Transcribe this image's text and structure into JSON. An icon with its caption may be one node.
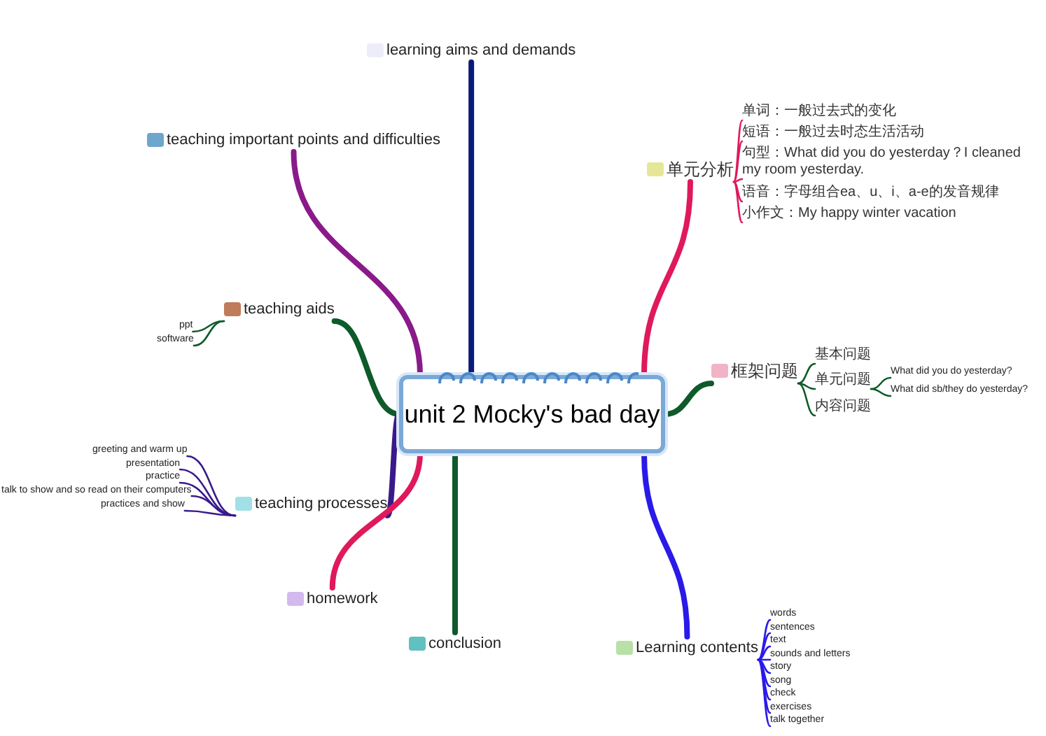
{
  "diagram": {
    "nodes": [
      {
        "text": [
          "unit 2 Mocky's bad day"
        ]
      },
      {
        "text": [
          "learning aims and demands"
        ]
      },
      {
        "text": [
          "teaching important points and difficulties"
        ]
      },
      {
        "text": [
          "teaching aids"
        ]
      },
      {
        "text": [
          "ppt"
        ]
      },
      {
        "text": [
          "software"
        ]
      },
      {
        "text": [
          "teaching processes"
        ]
      },
      {
        "text": [
          "greeting and warm up"
        ]
      },
      {
        "text": [
          "presentation"
        ]
      },
      {
        "text": [
          "practice"
        ]
      },
      {
        "text": [
          "talk to show and so read on their computers"
        ]
      },
      {
        "text": [
          "practices and show"
        ]
      },
      {
        "text": [
          "homework"
        ]
      },
      {
        "text": [
          "conclusion"
        ]
      },
      {
        "text": [
          "单元分析"
        ]
      },
      {
        "text": [
          "单词：一般过去式的变化"
        ]
      },
      {
        "text": [
          "短语：一般过去时态生活活动"
        ]
      },
      {
        "text": [
          "句型：What did you do yesterday？I cleaned my room yesterday."
        ]
      },
      {
        "text": [
          "语音：字母组合ea、u、i、a-e的发音规律"
        ]
      },
      {
        "text": [
          "小作文：My happy winter vacation"
        ]
      },
      {
        "text": [
          "框架问题"
        ]
      },
      {
        "text": [
          "基本问题"
        ]
      },
      {
        "text": [
          "单元问题"
        ]
      },
      {
        "text": [
          "What did you do yesterday?"
        ]
      },
      {
        "text": [
          "What did sb/they do yesterday?"
        ]
      },
      {
        "text": [
          "内容问题"
        ]
      },
      {
        "text": [
          "Learning contents"
        ]
      },
      {
        "text": [
          "words"
        ]
      },
      {
        "text": [
          "sentences"
        ]
      },
      {
        "text": [
          "text"
        ]
      },
      {
        "text": [
          "sounds and letters"
        ]
      },
      {
        "text": [
          "story"
        ]
      },
      {
        "text": [
          "song"
        ]
      },
      {
        "text": [
          "check"
        ]
      },
      {
        "text": [
          "exercises"
        ]
      },
      {
        "text": [
          "talk together"
        ]
      }
    ],
    "edges": [
      {
        "from": 0,
        "to": 1,
        "arrow": "none",
        "style": "thick",
        "color": "#0a1a7a"
      },
      {
        "from": 0,
        "to": 2,
        "arrow": "none",
        "style": "thick",
        "color": "#8a1a8a"
      },
      {
        "from": 0,
        "to": 3,
        "arrow": "none",
        "style": "thick",
        "color": "#0f5a2a"
      },
      {
        "from": 3,
        "to": 4,
        "arrow": "none",
        "color": "#0f5a2a"
      },
      {
        "from": 3,
        "to": 5,
        "arrow": "none",
        "color": "#0f5a2a"
      },
      {
        "from": 0,
        "to": 6,
        "arrow": "none",
        "style": "thick",
        "color": "#3a1a8a"
      },
      {
        "from": 6,
        "to": 7,
        "arrow": "none",
        "color": "#3a1a8a"
      },
      {
        "from": 6,
        "to": 8,
        "arrow": "none",
        "color": "#3a1a8a"
      },
      {
        "from": 6,
        "to": 9,
        "arrow": "none",
        "color": "#3a1a8a"
      },
      {
        "from": 6,
        "to": 10,
        "arrow": "none",
        "color": "#3a1a8a"
      },
      {
        "from": 6,
        "to": 11,
        "arrow": "none",
        "color": "#3a1a8a"
      },
      {
        "from": 0,
        "to": 12,
        "arrow": "none",
        "style": "thick",
        "color": "#e0195a"
      },
      {
        "from": 0,
        "to": 13,
        "arrow": "none",
        "style": "thick",
        "color": "#0f5a2a"
      },
      {
        "from": 0,
        "to": 14,
        "arrow": "none",
        "style": "thick",
        "color": "#e0195a"
      },
      {
        "from": 14,
        "to": 15,
        "arrow": "none",
        "color": "#e0195a"
      },
      {
        "from": 14,
        "to": 16,
        "arrow": "none",
        "color": "#e0195a"
      },
      {
        "from": 14,
        "to": 17,
        "arrow": "none",
        "color": "#e0195a"
      },
      {
        "from": 14,
        "to": 18,
        "arrow": "none",
        "color": "#e0195a"
      },
      {
        "from": 14,
        "to": 19,
        "arrow": "none",
        "color": "#e0195a"
      },
      {
        "from": 0,
        "to": 20,
        "arrow": "none",
        "style": "thick",
        "color": "#0f5a2a"
      },
      {
        "from": 20,
        "to": 21,
        "arrow": "none",
        "color": "#0f5a2a"
      },
      {
        "from": 20,
        "to": 22,
        "arrow": "none",
        "color": "#0f5a2a"
      },
      {
        "from": 22,
        "to": 23,
        "arrow": "none",
        "color": "#0f5a2a"
      },
      {
        "from": 22,
        "to": 24,
        "arrow": "none",
        "color": "#0f5a2a"
      },
      {
        "from": 20,
        "to": 25,
        "arrow": "none",
        "color": "#0f5a2a"
      },
      {
        "from": 0,
        "to": 26,
        "arrow": "none",
        "style": "thick",
        "color": "#2a1ae8"
      },
      {
        "from": 26,
        "to": 27,
        "arrow": "none",
        "color": "#2a1ae8"
      },
      {
        "from": 26,
        "to": 28,
        "arrow": "none",
        "color": "#2a1ae8"
      },
      {
        "from": 26,
        "to": 29,
        "arrow": "none",
        "color": "#2a1ae8"
      },
      {
        "from": 26,
        "to": 30,
        "arrow": "none",
        "color": "#2a1ae8"
      },
      {
        "from": 26,
        "to": 31,
        "arrow": "none",
        "color": "#2a1ae8"
      },
      {
        "from": 26,
        "to": 32,
        "arrow": "none",
        "color": "#2a1ae8"
      },
      {
        "from": 26,
        "to": 33,
        "arrow": "none",
        "color": "#2a1ae8"
      },
      {
        "from": 26,
        "to": 34,
        "arrow": "none",
        "color": "#2a1ae8"
      },
      {
        "from": 26,
        "to": 35,
        "arrow": "none",
        "color": "#2a1ae8"
      }
    ]
  }
}
